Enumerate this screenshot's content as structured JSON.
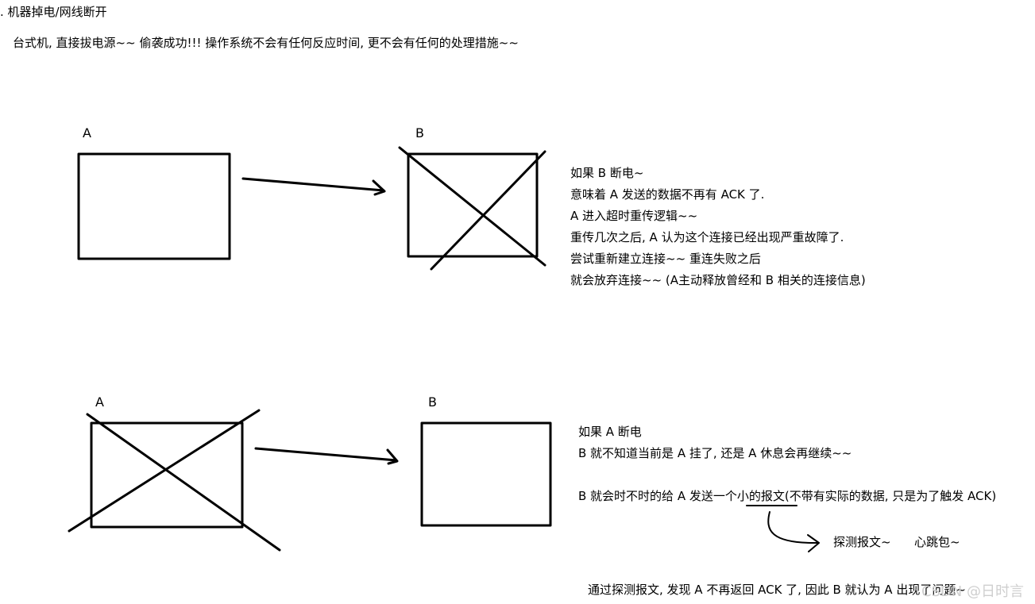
{
  "heading": ". 机器掉电/网线断开",
  "intro": "台式机, 直接拔电源~~  偷袭成功!!! 操作系统不会有任何反应时间, 更不会有任何的处理措施~~",
  "scenario1": {
    "label_a": "A",
    "label_b": "B",
    "notes": [
      "如果 B 断电~",
      "意味着 A 发送的数据不再有 ACK 了.",
      "A 进入超时重传逻辑~~",
      "重传几次之后, A 认为这个连接已经出现严重故障了.",
      "尝试重新建立连接~~ 重连失败之后",
      "就会放弃连接~~ (A主动释放曾经和 B 相关的连接信息)"
    ]
  },
  "scenario2": {
    "label_a": "A",
    "label_b": "B",
    "notes": [
      "如果 A 断电",
      "B 就不知道当前是 A 挂了, 还是 A 休息会再继续~~"
    ],
    "probe_sentence": "B 就会时不时的给 A 发送一个小的报文(不带有实际的数据, 只是为了触发 ACK)",
    "probe_term": "探测报文~",
    "heartbeat_term": "心跳包~",
    "conclusion": "通过探测报文, 发现 A 不再返回 ACK 了, 因此 B 就认为 A 出现了问题~"
  },
  "watermark": "CSDN @日时言"
}
